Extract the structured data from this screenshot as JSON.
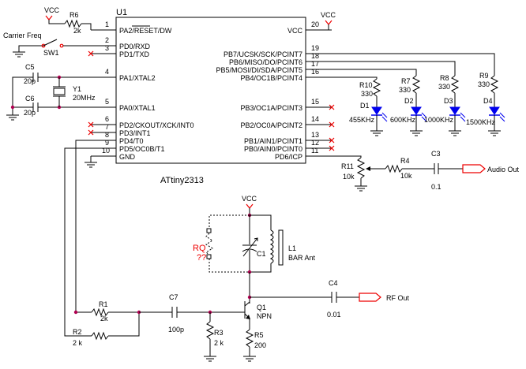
{
  "ic": {
    "ref": "U1",
    "part": "ATtiny2313",
    "left_pins": [
      {
        "num": "1",
        "name": "PA2/RESET/DW"
      },
      {
        "num": "2",
        "name": "PD0/RXD"
      },
      {
        "num": "3",
        "name": "PD1/TXD"
      },
      {
        "num": "4",
        "name": "PA1/XTAL2"
      },
      {
        "num": "5",
        "name": "PA0/XTAL1"
      },
      {
        "num": "6",
        "name": "PD2/CKOUT/XCK/INT0"
      },
      {
        "num": "7",
        "name": "PD3/INT1"
      },
      {
        "num": "8",
        "name": "PD4/T0"
      },
      {
        "num": "9",
        "name": "PD5/OC0B/T1"
      },
      {
        "num": "10",
        "name": "GND"
      }
    ],
    "right_pins": [
      {
        "num": "20",
        "name": "VCC"
      },
      {
        "num": "19",
        "name": "PB7/UCSK/SCK/PCINT7"
      },
      {
        "num": "18",
        "name": "PB6/MISO/DO/PCINT6"
      },
      {
        "num": "17",
        "name": "PB5/MOSI/DI/SDA/PCINT5"
      },
      {
        "num": "16",
        "name": "PB4/OC1B/PCINT4"
      },
      {
        "num": "15",
        "name": "PB3/OC1A/PCINT3"
      },
      {
        "num": "14",
        "name": "PB2/OC0A/PCINT2"
      },
      {
        "num": "13",
        "name": "PB1/AIN1/PCINT1"
      },
      {
        "num": "12",
        "name": "PB0/AIN0/PCINT0"
      },
      {
        "num": "11",
        "name": "PD6/ICP"
      }
    ]
  },
  "labels": {
    "vcc_r6": "VCC",
    "vcc_pin20": "VCC",
    "vcc_tank": "VCC",
    "carrier_freq": "Carrier Freq",
    "audio_out": "Audio Out",
    "rf_out": "RF Out"
  },
  "switch": {
    "ref": "SW1"
  },
  "crystal": {
    "ref": "Y1",
    "value": "20MHz"
  },
  "resistors": {
    "r6": {
      "ref": "R6",
      "value": "2k"
    },
    "r10": {
      "ref": "R10",
      "value": "330"
    },
    "r7": {
      "ref": "R7",
      "value": "330"
    },
    "r8": {
      "ref": "R8",
      "value": "330"
    },
    "r9": {
      "ref": "R9",
      "value": "330"
    },
    "r11": {
      "ref": "R11",
      "value": "10k"
    },
    "r4": {
      "ref": "R4",
      "value": "10k"
    },
    "r1": {
      "ref": "R1",
      "value": "2k"
    },
    "r2": {
      "ref": "R2",
      "value": "2 k"
    },
    "r3": {
      "ref": "R3",
      "value": "2 k"
    },
    "r5": {
      "ref": "R5",
      "value": "200"
    }
  },
  "capacitors": {
    "c5": {
      "ref": "C5",
      "value": "20p"
    },
    "c6": {
      "ref": "C6",
      "value": "20p"
    },
    "c3": {
      "ref": "C3",
      "value": "0.1"
    },
    "c7": {
      "ref": "C7",
      "value": "100p"
    },
    "c4": {
      "ref": "C4",
      "value": "0.01"
    },
    "c1": {
      "ref": "C1"
    }
  },
  "leds": [
    {
      "ref": "D1",
      "label": "455KHz"
    },
    {
      "ref": "D2",
      "label": "600KHz"
    },
    {
      "ref": "D3",
      "label": "1000KHz"
    },
    {
      "ref": "D4",
      "label": "1500KHz"
    }
  ],
  "transistor": {
    "ref": "Q1",
    "type": "NPN"
  },
  "inductor": {
    "ref": "L1",
    "value": "BAR Ant"
  },
  "rq": {
    "ref": "RQ",
    "value": "??"
  },
  "colors": {
    "wire": "#000000",
    "led": "#0000ee",
    "highlight": "#ee0000",
    "junction": "#b00050"
  }
}
